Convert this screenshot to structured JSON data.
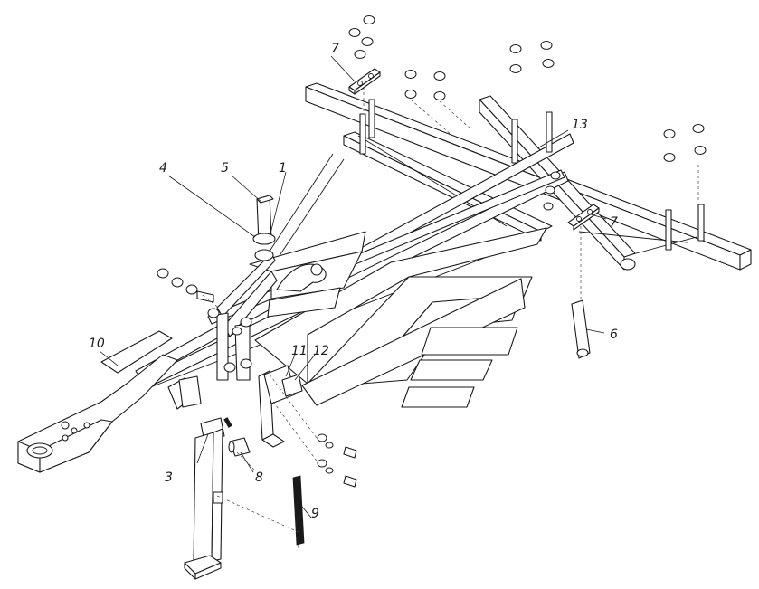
{
  "callouts": [
    {
      "id": "1",
      "label": "1"
    },
    {
      "id": "3",
      "label": "3"
    },
    {
      "id": "4",
      "label": "4"
    },
    {
      "id": "5",
      "label": "5"
    },
    {
      "id": "6",
      "label": "6"
    },
    {
      "id": "7a",
      "label": "7"
    },
    {
      "id": "7b",
      "label": "7"
    },
    {
      "id": "8",
      "label": "8"
    },
    {
      "id": "9",
      "label": "9"
    },
    {
      "id": "10",
      "label": "10"
    },
    {
      "id": "11",
      "label": "11"
    },
    {
      "id": "12",
      "label": "12"
    },
    {
      "id": "13",
      "label": "13"
    }
  ]
}
